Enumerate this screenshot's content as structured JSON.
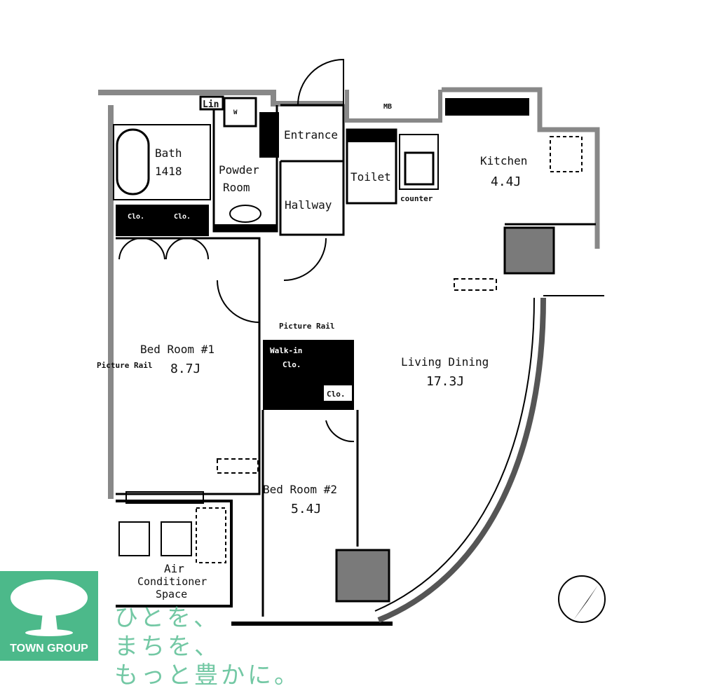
{
  "floor_plan": {
    "rooms": {
      "bath": {
        "name": "Bath",
        "size": "1418"
      },
      "powder_room": {
        "line1": "Powder",
        "line2": "Room"
      },
      "entrance": "Entrance",
      "hallway": "Hallway",
      "toilet": "Toilet",
      "counter": "counter",
      "kitchen": {
        "name": "Kitchen",
        "size": "4.4J"
      },
      "living": {
        "name": "Living Dining",
        "size": "17.3J"
      },
      "bed1": {
        "name": "Bed Room #1",
        "size": "8.7J"
      },
      "bed2": {
        "name": "Bed Room #2",
        "size": "5.4J"
      },
      "walkin": {
        "line1": "Walk-in",
        "line2": "Clo."
      },
      "ac_space": {
        "line1": "Air",
        "line2": "Conditioner",
        "line3": "Space"
      }
    },
    "labels": {
      "lin": "Lin",
      "w": "W",
      "mb": "MB",
      "clo": "Clo.",
      "picture_rail": "Picture Rail"
    },
    "colors": {
      "wall": "#000000",
      "wall_gray": "#8a8a8a",
      "column": "#7a7a7a"
    }
  },
  "brand": {
    "name": "TOWN GROUP",
    "color": "#4cb98a",
    "slogan": [
      "ひとを、",
      "まちを、",
      "もっと豊かに。"
    ]
  }
}
